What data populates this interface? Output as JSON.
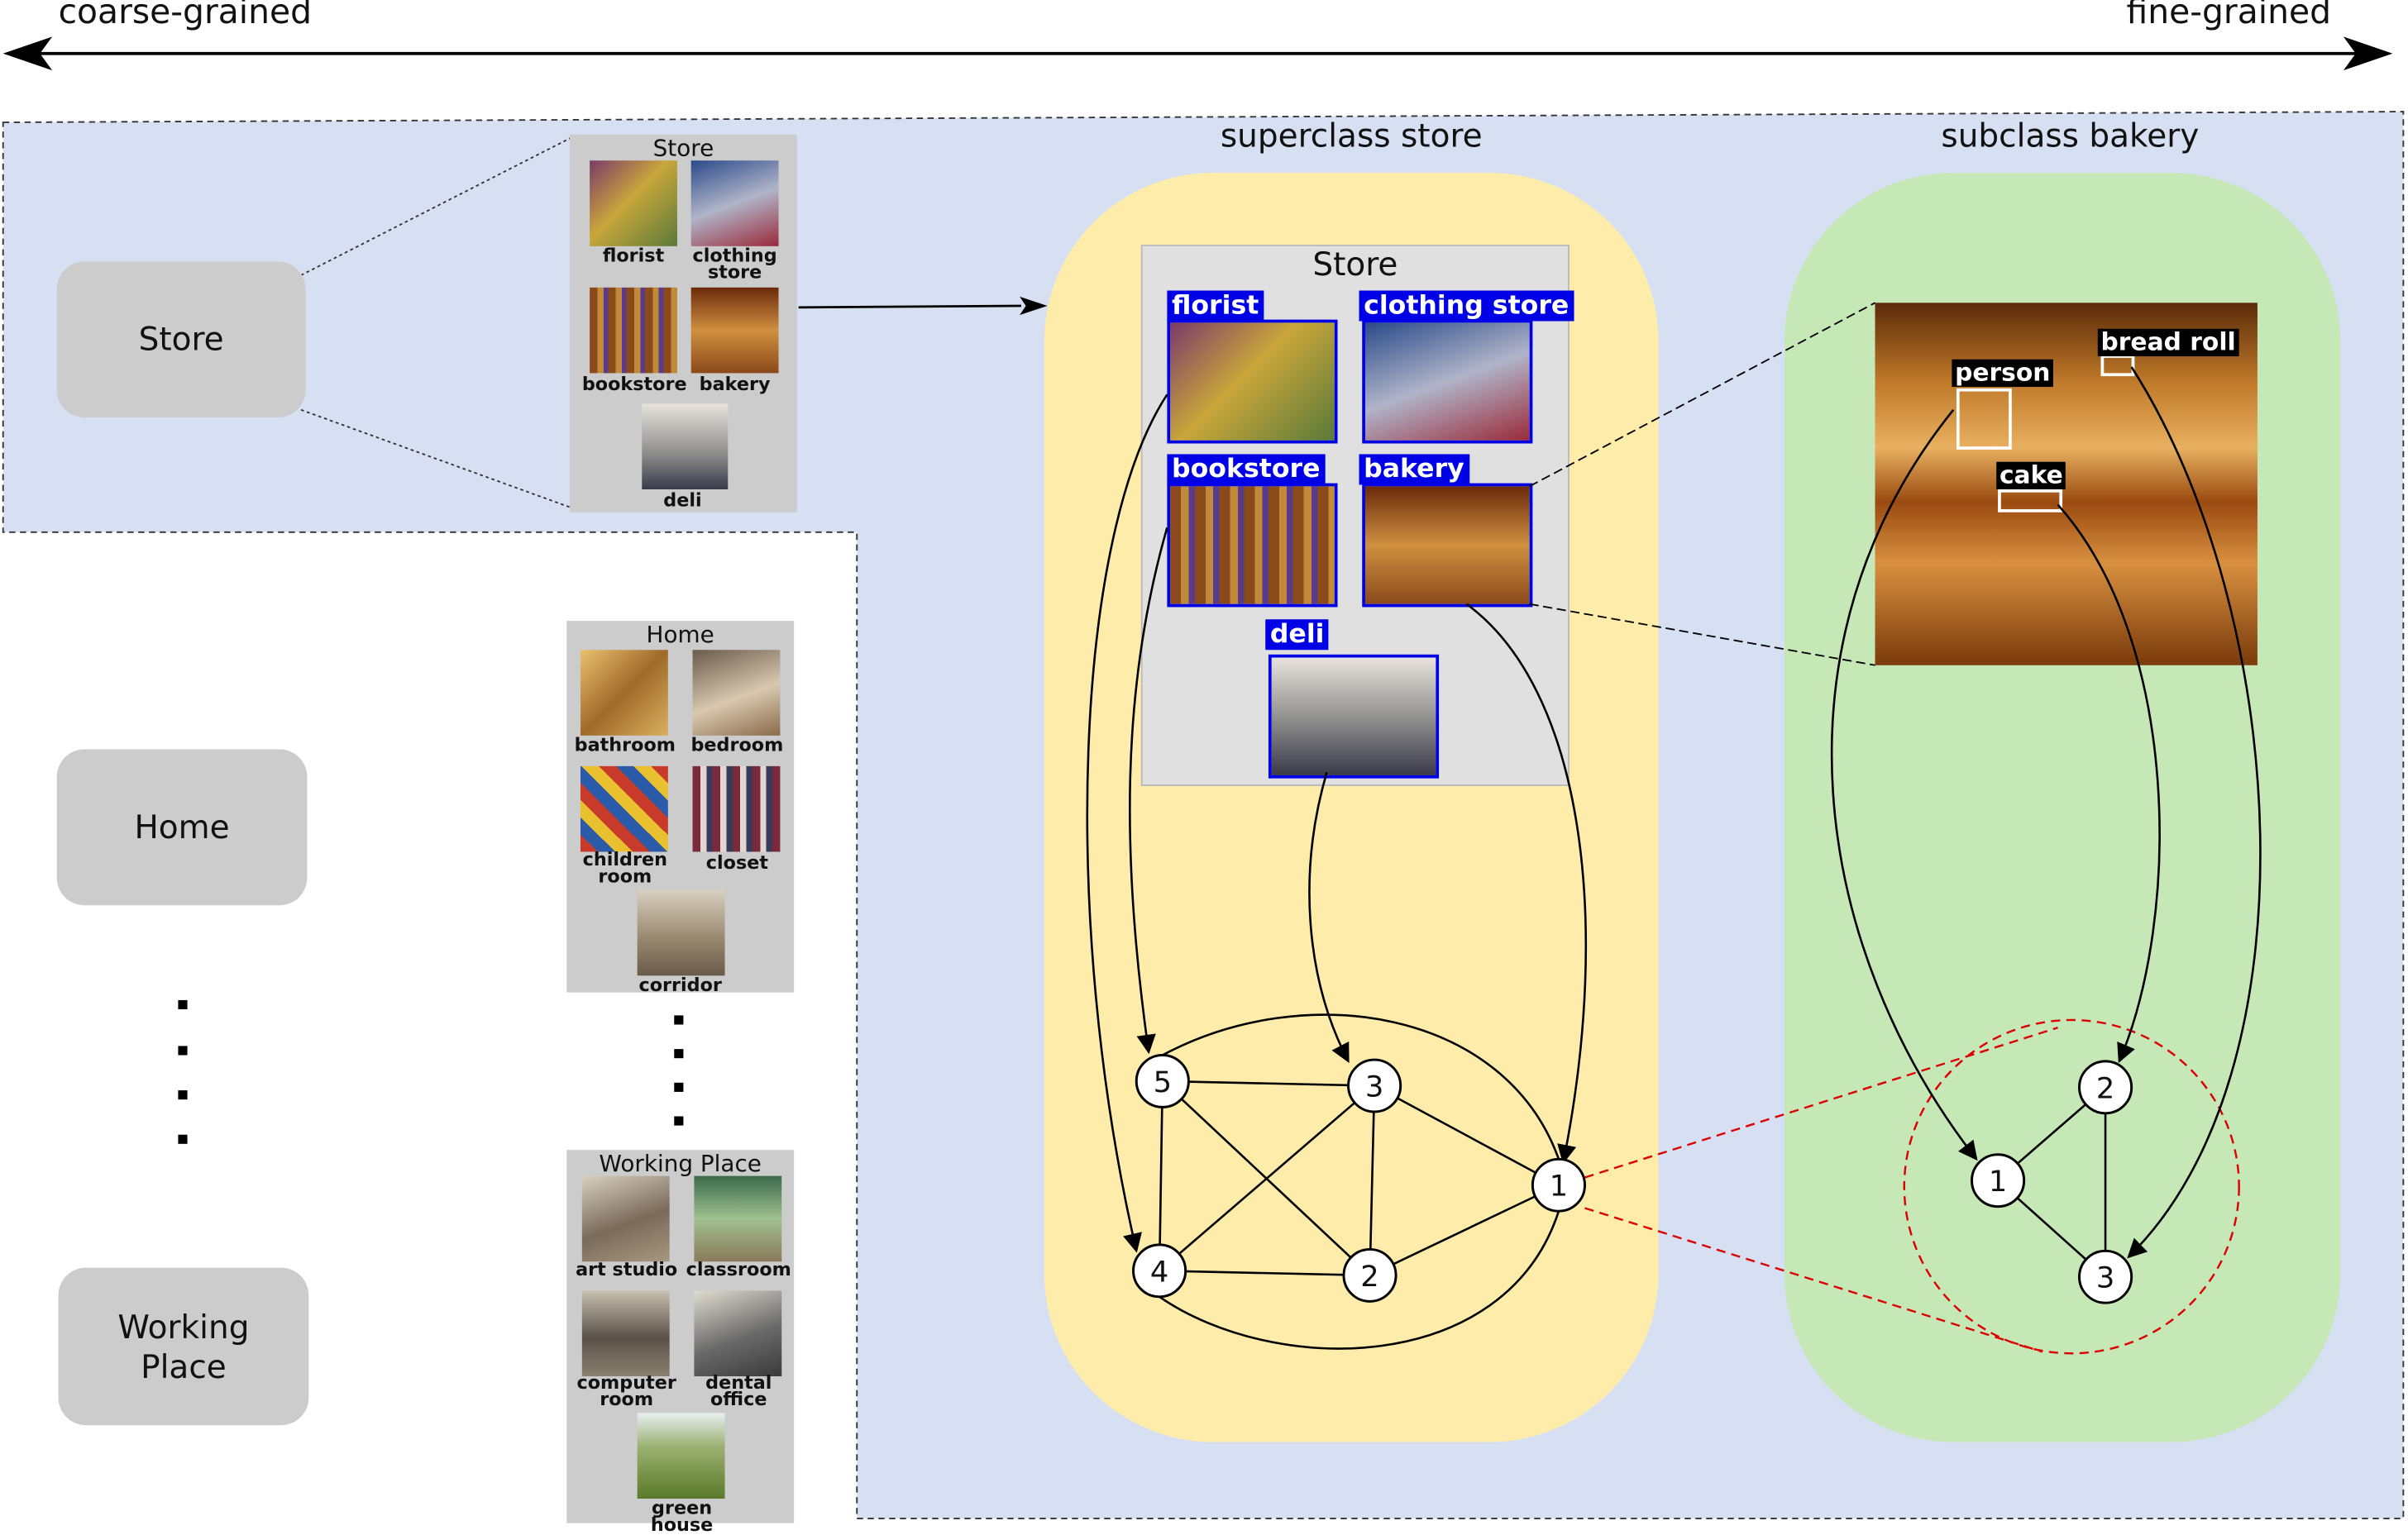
{
  "axis": {
    "left_label": "coarse-grained",
    "right_label": "fine-grained"
  },
  "categories": [
    {
      "label": "Store"
    },
    {
      "label": "Home"
    },
    {
      "label": "Working\nPlace"
    }
  ],
  "panels": {
    "store": {
      "title": "Store",
      "items": [
        "florist",
        "clothing\nstore",
        "bookstore",
        "bakery",
        "deli"
      ]
    },
    "home": {
      "title": "Home",
      "items": [
        "bathroom",
        "bedroom",
        "children\nroom",
        "closet",
        "corridor"
      ]
    },
    "working": {
      "title": "Working Place",
      "items": [
        "art studio",
        "classroom",
        "computer\nroom",
        "dental\noffice",
        "green house"
      ]
    }
  },
  "superclass": {
    "title": "superclass store",
    "inner_title": "Store",
    "tags": [
      "florist",
      "clothing store",
      "bookstore",
      "bakery",
      "deli"
    ],
    "nodes": [
      "1",
      "2",
      "3",
      "4",
      "5"
    ]
  },
  "subclass": {
    "title": "subclass bakery",
    "objects": [
      "person",
      "bread roll",
      "cake"
    ],
    "nodes": [
      "1",
      "2",
      "3"
    ]
  },
  "colors": {
    "blue_region": "#d6e0f2",
    "yellow_region": "#fdecaa",
    "green_region": "#c6e7b6",
    "gray": "#cccccc",
    "tag_blue": "#0000e6",
    "red_dashed": "#dd0000"
  },
  "icons": {
    "arrow": "double-headed-arrow",
    "ellipsis": "vertical-dots"
  }
}
